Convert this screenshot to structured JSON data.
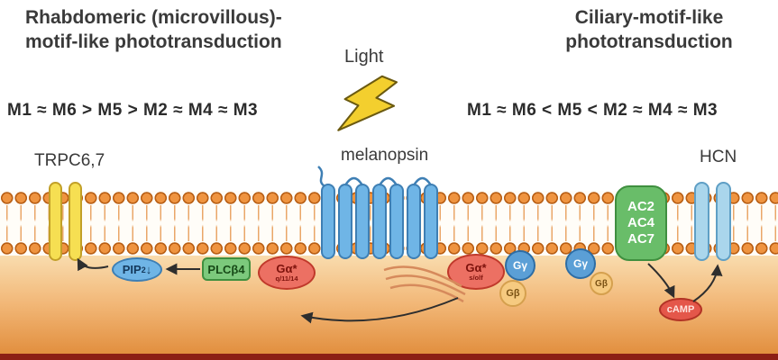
{
  "header": {
    "left_title_line1": "Rhabdomeric (microvillous)-",
    "left_title_line2": "motif-like phototransduction",
    "right_title_line1": "Ciliary-motif-like",
    "right_title_line2": "phototransduction"
  },
  "rankings": {
    "left": "M1 ≈ M6 > M5 > M2 ≈ M4 ≈ M3",
    "right": "M1 ≈ M6 < M5 < M2 ≈ M4 ≈ M3"
  },
  "labels": {
    "light": "Light",
    "melanopsin": "melanopsin",
    "trpc_channel": "TRPC6,7",
    "hcn_channel": "HCN"
  },
  "molecules": {
    "ac_line1": "AC2",
    "ac_line2": "AC4",
    "ac_line3": "AC7",
    "pip2_main": "PIP",
    "pip2_sub": "2",
    "pip2_arrow": "↓",
    "plcb4": "PLCβ4",
    "galpha_main": "Gα*",
    "galpha_left_sub": "q/11/14",
    "galpha_right_sub": "s/olf",
    "ggamma": "Gγ",
    "gbeta": "Gβ",
    "camp": "cAMP"
  },
  "colors": {
    "membrane_head": "#ef9440",
    "cytoplasm_top": "#f9dcae",
    "cytoplasm_bottom": "#e08a38",
    "lightning": "#f3cf2e",
    "melanopsin_fill": "#6fb5e6",
    "trpc_fill": "#f6df52",
    "hcn_fill": "#aad6ec",
    "ac_fill": "#69bd69",
    "galpha_fill": "#ec7063",
    "ggamma_fill": "#5b9fd6",
    "gbeta_fill": "#f6ca80",
    "camp_fill": "#e4574a",
    "bottom_strip": "#8c1f15"
  }
}
